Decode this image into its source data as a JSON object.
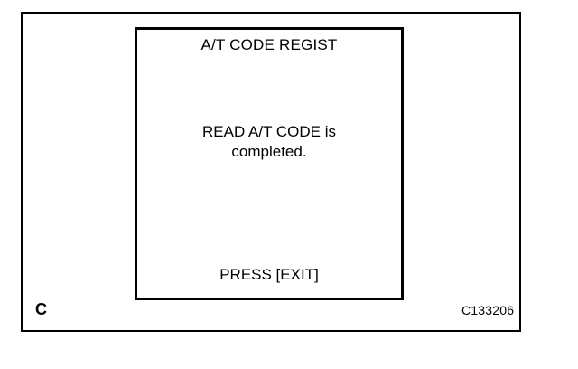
{
  "figure": {
    "label": "C",
    "code": "C133206"
  },
  "screen": {
    "title": "A/T CODE REGIST",
    "message_lines": [
      "READ A/T CODE is",
      "completed."
    ],
    "footer": "PRESS [EXIT]"
  },
  "colors": {
    "foreground": "#000000",
    "background": "#ffffff"
  }
}
